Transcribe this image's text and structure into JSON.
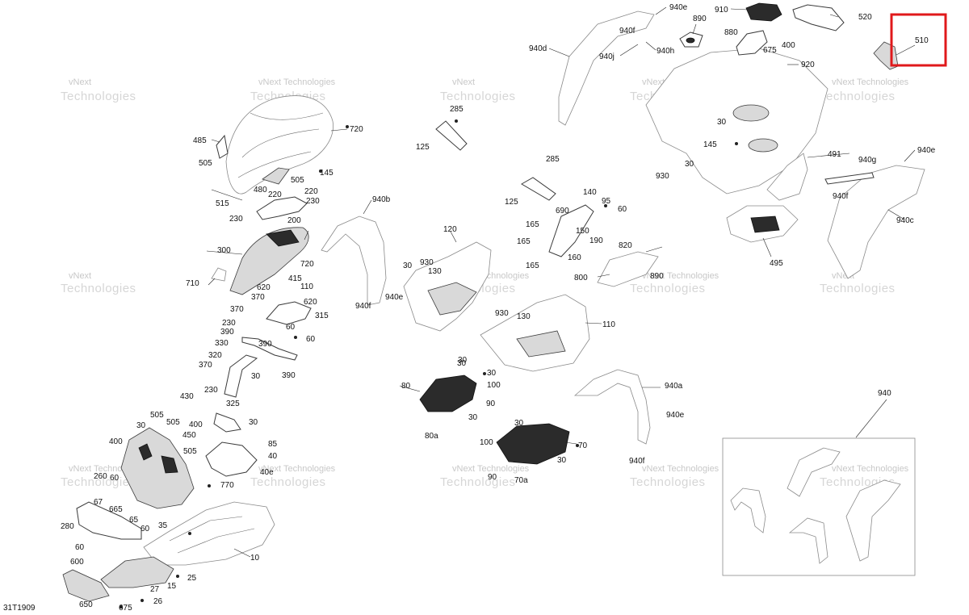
{
  "drawing_id": "31T1909",
  "watermark": {
    "line1": "vNext",
    "line2": "Technologies",
    "inline": "vNext Technologies"
  },
  "highlight": {
    "label": "510",
    "color": "#e0191b"
  },
  "inset": {
    "label": "940"
  },
  "callouts": [
    "940e",
    "910",
    "520",
    "890",
    "940f",
    "880",
    "675",
    "400",
    "940d",
    "940j",
    "940h",
    "920",
    "720",
    "485",
    "505",
    "145",
    "505",
    "480",
    "220",
    "220",
    "230",
    "230",
    "515",
    "200",
    "285",
    "125",
    "30",
    "145",
    "30",
    "930",
    "491",
    "940g",
    "940e",
    "940f",
    "940c",
    "495",
    "285",
    "125",
    "140",
    "95",
    "60",
    "690",
    "165",
    "150",
    "190",
    "165",
    "160",
    "165",
    "820",
    "800",
    "890",
    "940b",
    "120",
    "930",
    "30",
    "130",
    "940f",
    "940e",
    "300",
    "720",
    "710",
    "415",
    "620",
    "110",
    "370",
    "620",
    "315",
    "370",
    "60",
    "230",
    "390",
    "390",
    "60",
    "330",
    "320",
    "30",
    "370",
    "390",
    "230",
    "30",
    "110",
    "130",
    "930",
    "30",
    "80",
    "30",
    "100",
    "90",
    "30",
    "80a",
    "325",
    "430",
    "30",
    "400",
    "505",
    "505",
    "450",
    "85",
    "40",
    "40e",
    "30",
    "940a",
    "940e",
    "940f",
    "100",
    "70",
    "30",
    "90",
    "70a",
    "770",
    "505",
    "260",
    "60",
    "400",
    "30",
    "67",
    "665",
    "280",
    "65",
    "60",
    "60",
    "35",
    "10",
    "600",
    "15",
    "25",
    "650",
    "675",
    "27",
    "26"
  ]
}
